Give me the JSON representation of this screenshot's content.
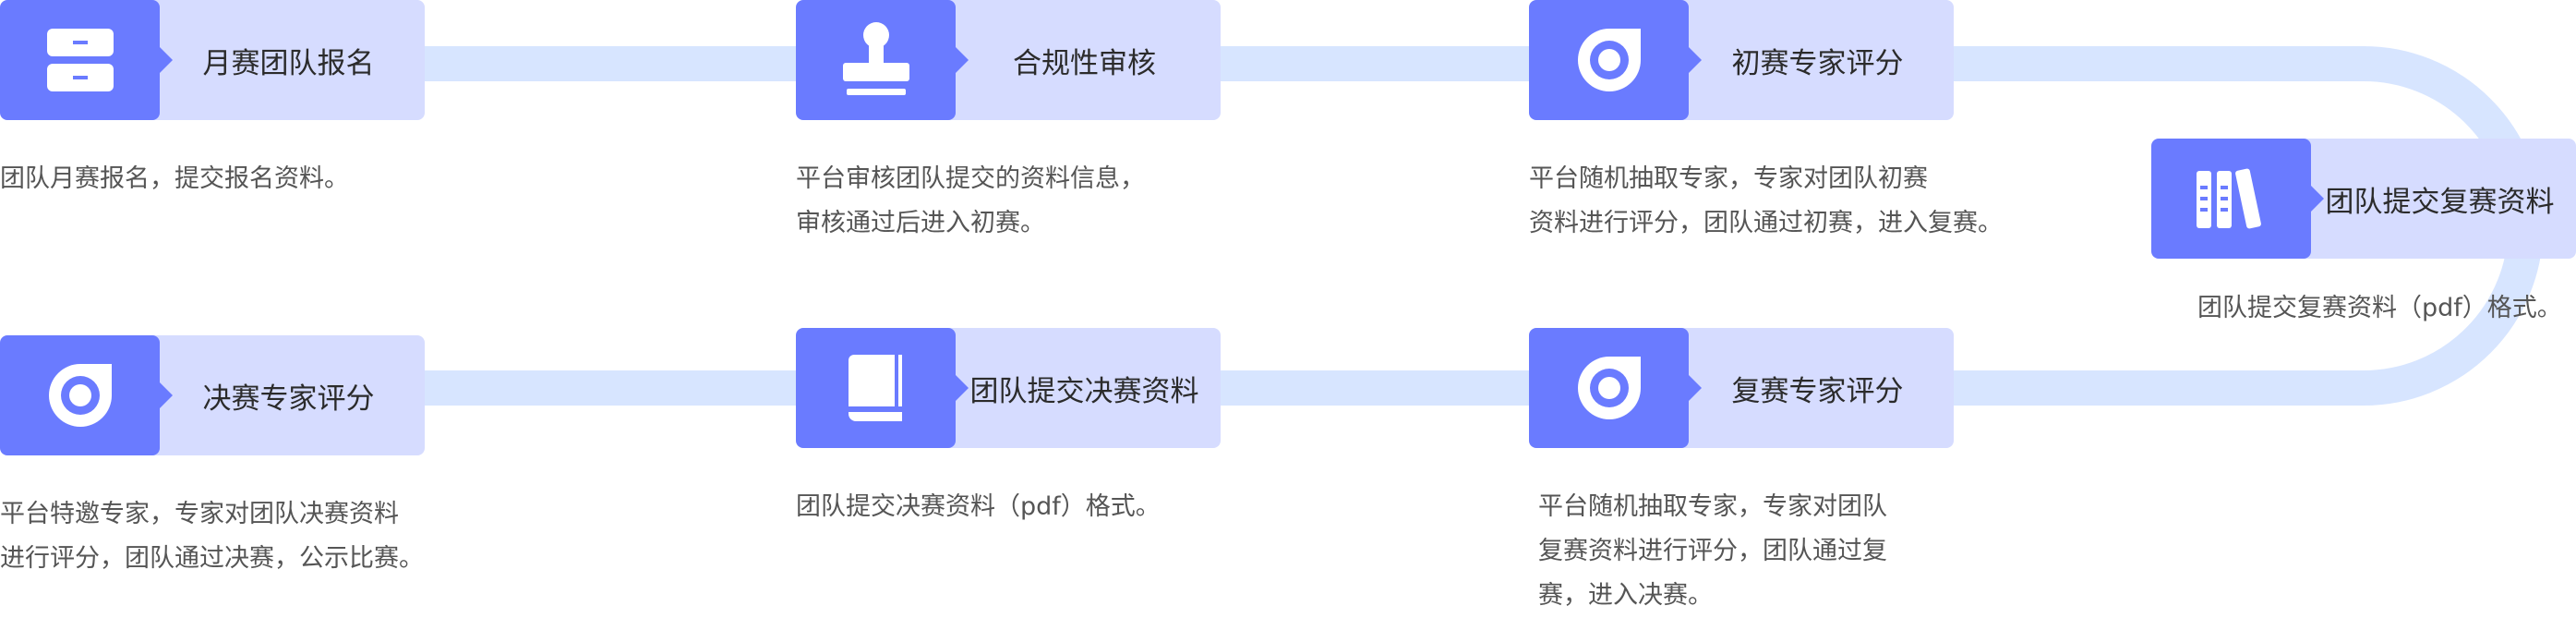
{
  "colors": {
    "track": "#d7e5ff",
    "icon_bg": "#6a7bff",
    "label_bg": "#d6dcff",
    "title_text": "#2b2b2b",
    "desc_text": "#555555"
  },
  "steps": [
    {
      "icon": "cabinet-drawers-icon",
      "title": "月赛团队报名",
      "desc": [
        "团队月赛报名，提交报名资料。"
      ]
    },
    {
      "icon": "stamp-icon",
      "title": "合规性审核",
      "desc": [
        "平台审核团队提交的资料信息，",
        "审核通过后进入初赛。"
      ]
    },
    {
      "icon": "expert-badge-icon",
      "title": "初赛专家评分",
      "desc": [
        "平台随机抽取专家，专家对团队初赛",
        "资料进行评分，团队通过初赛，进入复赛。"
      ]
    },
    {
      "icon": "books-icon",
      "title": "团队提交复赛资料",
      "desc": [
        "团队提交复赛资料（pdf）格式。"
      ]
    },
    {
      "icon": "expert-badge-icon",
      "title": "复赛专家评分",
      "desc": [
        "平台随机抽取专家，专家对团队",
        "复赛资料进行评分，团队通过复",
        "赛，进入决赛。"
      ]
    },
    {
      "icon": "book-icon",
      "title": "团队提交决赛资料",
      "desc": [
        "团队提交决赛资料（pdf）格式。"
      ]
    },
    {
      "icon": "expert-badge-icon",
      "title": "决赛专家评分",
      "desc": [
        "平台特邀专家，专家对团队决赛资料",
        "进行评分，团队通过决赛，公示比赛。"
      ]
    }
  ]
}
